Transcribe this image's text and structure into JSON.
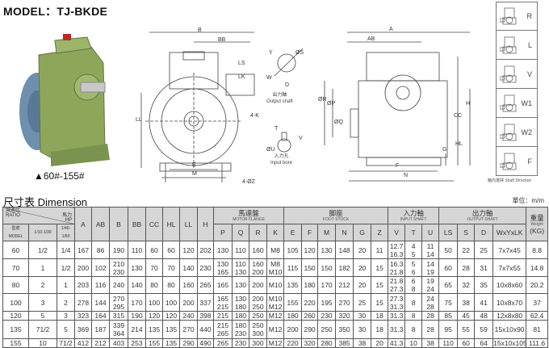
{
  "title": "MODEL：TJ-BKDE",
  "caption": "▲60#-155#",
  "dimension_title": "尺寸表  Dimension",
  "unit": "單位：m/m",
  "drawing_labels": {
    "A": "A",
    "AB": "AB",
    "B": "B",
    "BB": "BB",
    "LS": "LS",
    "LK": "LK",
    "E": "E",
    "M": "M",
    "K4": "4-K",
    "Z4": "4-ØZ",
    "S": "ØS",
    "Y": "Y",
    "W": "W",
    "D": "D",
    "output_shaft": "出力軸\nOutput shaft",
    "T": "T",
    "V": "V",
    "U": "ØU",
    "input_bore": "入力孔\nInput bore",
    "R": "ØR",
    "P": "ØP",
    "Q": "ØQ",
    "CC": "CC",
    "H": "H",
    "HL": "HL",
    "LL": "LL",
    "G": "G",
    "F": "F",
    "N": "N"
  },
  "shaft_direction": {
    "options": [
      "R",
      "L",
      "V",
      "W1",
      "W2",
      "F"
    ],
    "caption": "軸向選擇  Shaft Direction"
  },
  "table": {
    "ratio_label": "減速比\nRATIO",
    "hp_label": "馬力\nHP",
    "model_label": "型號\nMODEL",
    "ratio_cols": [
      "1/10-1/30",
      "1/40-1/60"
    ],
    "groups": {
      "motor_flange": {
        "cn": "馬達盤",
        "en": "MOTOR FLANGE"
      },
      "foot_stock": {
        "cn": "脚座",
        "en": "FOOT STOCK"
      },
      "input_shaft": {
        "cn": "入力軸",
        "en": "INPUT SHAFT"
      },
      "output_shaft": {
        "cn": "出力軸",
        "en": "OUTPUT SHAFT"
      },
      "weight": {
        "cn": "重量",
        "en": "Weight",
        "unit": "(KG)"
      }
    },
    "single_cols": [
      "A",
      "AB",
      "B",
      "BB",
      "CC",
      "HL",
      "LL",
      "H"
    ],
    "motor_cols": [
      "P",
      "Q",
      "R",
      "K"
    ],
    "foot_cols": [
      "E",
      "F",
      "M",
      "N",
      "G",
      "Z"
    ],
    "input_cols": [
      "V",
      "T",
      "U"
    ],
    "output_cols": [
      "LS",
      "S",
      "D",
      "WxYxLK"
    ],
    "rows": [
      [
        "60",
        "1/2",
        "1/4",
        "167",
        "86",
        "190",
        "110",
        "60",
        "60",
        "120",
        "202",
        "130",
        "110",
        "160",
        "M8",
        "105",
        "120",
        "130",
        "148",
        "20",
        "11",
        "12.7\n16.3",
        "4\n5",
        "11\n14",
        "50",
        "22",
        "25",
        "7x7x45",
        "8.8"
      ],
      [
        "70",
        "1",
        "1/2",
        "200",
        "102",
        "210\n230",
        "130",
        "70",
        "70",
        "140",
        "230",
        "130\n165",
        "110\n130",
        "160\n200",
        "M8\nM10",
        "115",
        "150",
        "150",
        "182",
        "20",
        "15",
        "16.3\n21.8",
        "5\n6",
        "14\n19",
        "60",
        "28",
        "31",
        "7x7x55",
        "14.8"
      ],
      [
        "80",
        "2",
        "1",
        "203",
        "116",
        "240",
        "140",
        "80",
        "80",
        "160",
        "265",
        "165",
        "130",
        "200",
        "M10",
        "135",
        "180",
        "170",
        "212",
        "20",
        "15",
        "21.8\n27.3",
        "6\n8",
        "19\n24",
        "65",
        "32",
        "35",
        "10x8x60",
        "20.2"
      ],
      [
        "100",
        "3",
        "2",
        "278",
        "144",
        "270\n295",
        "170",
        "100",
        "100",
        "200",
        "337",
        "165\n215",
        "130\n180",
        "200\n250",
        "M10\nM12",
        "155",
        "220",
        "195",
        "270",
        "25",
        "15",
        "27.3\n31.3",
        "8",
        "24\n28",
        "75",
        "38",
        "41",
        "10x8x70",
        "37"
      ],
      [
        "120",
        "5",
        "3",
        "323",
        "164",
        "315",
        "190",
        "120",
        "120",
        "240",
        "398",
        "215",
        "180",
        "250",
        "M12",
        "180",
        "260",
        "230",
        "320",
        "30",
        "18",
        "31.3",
        "8",
        "28",
        "85",
        "45",
        "48",
        "12x8x80",
        "62.4"
      ],
      [
        "135",
        "71/2",
        "5",
        "369",
        "187",
        "339\n364",
        "214",
        "135",
        "135",
        "270",
        "440",
        "215\n265",
        "180\n230",
        "250\n300",
        "M12",
        "200",
        "290",
        "250",
        "350",
        "30",
        "18",
        "31.3",
        "8",
        "28",
        "95",
        "55",
        "59",
        "15x10x90",
        "81"
      ],
      [
        "155",
        "10",
        "71/2",
        "412",
        "212",
        "403",
        "253",
        "155",
        "135",
        "290",
        "490",
        "265",
        "230",
        "300",
        "M12",
        "220",
        "320",
        "280",
        "385",
        "38",
        "20",
        "41.3",
        "10",
        "38",
        "110",
        "60",
        "64",
        "15x10x105",
        "111.6"
      ]
    ]
  },
  "colors": {
    "housing_green": "#8da65a",
    "flange_blue": "#7c9bb8",
    "header_gray": "#d6d6d6"
  }
}
